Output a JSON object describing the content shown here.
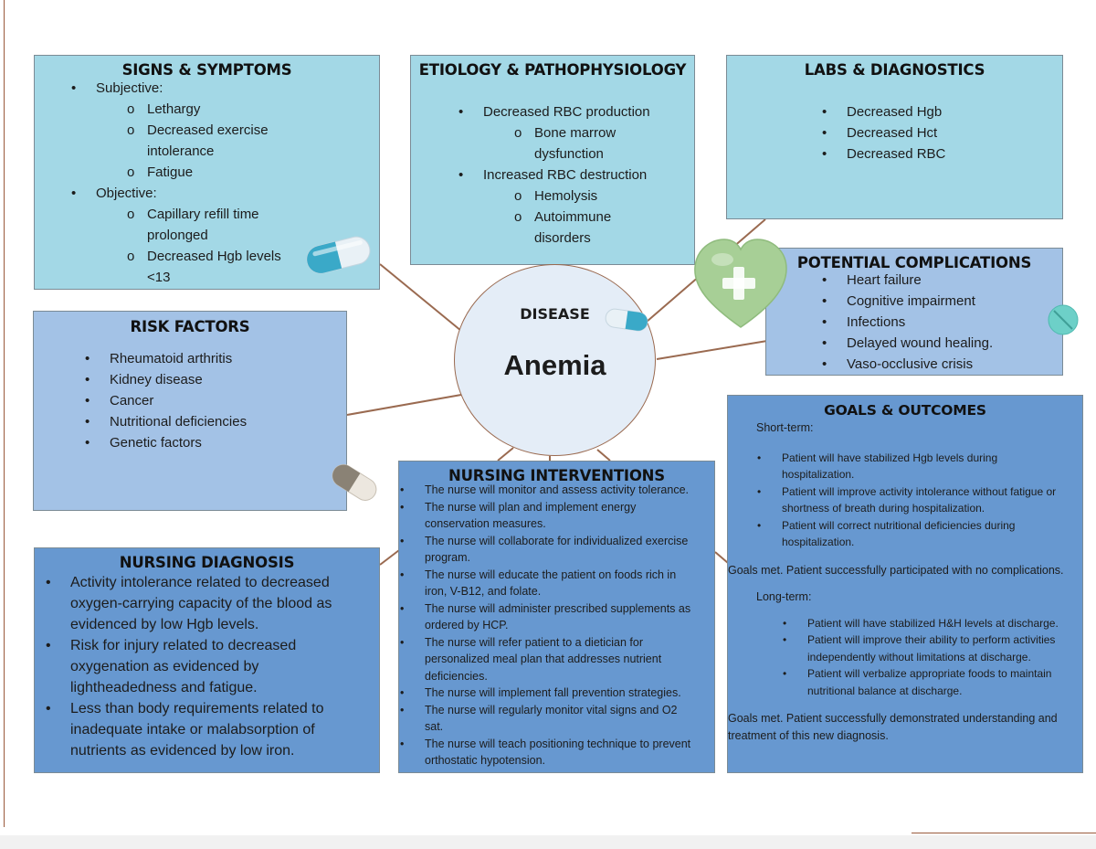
{
  "disease_label": "DISEASE",
  "disease_name": "Anemia",
  "signs": {
    "title": "SIGNS & SYMPTOMS",
    "subjective_label": "Subjective:",
    "subjective": [
      "Lethargy",
      "Decreased exercise intolerance",
      "Fatigue"
    ],
    "objective_label": "Objective:",
    "objective": [
      "Capillary refill time prolonged",
      "Decreased Hgb levels <13"
    ]
  },
  "etiology": {
    "title": "ETIOLOGY & PATHOPHYSIOLOGY",
    "item1": "Decreased RBC production",
    "item1_sub": [
      "Bone marrow dysfunction"
    ],
    "item2": "Increased RBC destruction",
    "item2_sub": [
      "Hemolysis",
      "Autoimmune disorders"
    ]
  },
  "labs": {
    "title": "LABS & DIAGNOSTICS",
    "items": [
      "Decreased Hgb",
      "Decreased Hct",
      "Decreased RBC"
    ]
  },
  "complications": {
    "title": "POTENTIAL COMPLICATIONS",
    "items": [
      "Heart failure",
      "Cognitive impairment",
      "Infections",
      "Delayed wound healing.",
      "Vaso-occlusive crisis"
    ]
  },
  "risk": {
    "title": "RISK FACTORS",
    "items": [
      "Rheumatoid arthritis",
      "Kidney disease",
      "Cancer",
      "Nutritional deficiencies",
      "Genetic factors"
    ]
  },
  "diagnosis": {
    "title": "NURSING DIAGNOSIS",
    "items": [
      "Activity intolerance related to decreased oxygen-carrying capacity of the blood as evidenced by low Hgb levels.",
      "Risk for injury related to decreased oxygenation as evidenced by lightheadedness and fatigue.",
      "Less than body requirements related to inadequate intake or malabsorption of nutrients as evidenced by low iron."
    ]
  },
  "interventions": {
    "title": "NURSING INTERVENTIONS",
    "items": [
      "The nurse will monitor and assess activity tolerance.",
      "The nurse will plan and implement energy conservation measures.",
      "The nurse will collaborate for individualized exercise program.",
      "The nurse will educate the patient on foods rich in iron, V-B12, and folate.",
      "The nurse will administer prescribed supplements as ordered by HCP.",
      "The nurse will refer patient to a dietician for personalized meal plan that addresses nutrient deficiencies.",
      "The nurse will implement fall prevention strategies.",
      "The nurse will regularly monitor vital signs and O2 sat.",
      "The nurse will teach positioning technique to prevent orthostatic hypotension."
    ]
  },
  "goals": {
    "title": "GOALS & OUTCOMES",
    "short_label": "Short-term:",
    "short_items": [
      "Patient will have stabilized Hgb levels during hospitalization.",
      "Patient will improve activity intolerance without fatigue or shortness of breath during hospitalization.",
      "Patient will correct nutritional deficiencies during hospitalization."
    ],
    "short_met": "Goals met. Patient successfully participated with no complications.",
    "long_label": "Long-term:",
    "long_items": [
      "Patient will have stabilized H&H levels at discharge.",
      "Patient will improve their ability to perform activities independently without limitations at discharge.",
      "Patient will verbalize appropriate foods to maintain nutritional balance at discharge."
    ],
    "long_met": "Goals met. Patient successfully demonstrated understanding and treatment of this new diagnosis."
  },
  "icons": [
    "capsule-pill-icon",
    "heart-plus-icon",
    "round-tablet-icon"
  ],
  "colors": {
    "light_blue": "#a3d8e6",
    "periwinkle": "#a3c2e6",
    "medium_blue": "#6798d0",
    "connector": "#9a6a50",
    "circle_fill": "#e4edf7"
  }
}
